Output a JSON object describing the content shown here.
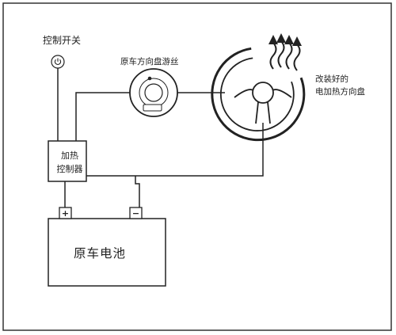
{
  "diagram": {
    "switch_label": "控制开关",
    "spring_label": "原车方向盘游丝",
    "wheel_label_lines": [
      "改装好的",
      "电加热方向盘"
    ],
    "controller_label_lines": [
      "加热",
      "控制器"
    ],
    "battery_label": "原车电池",
    "positive_terminal": "+",
    "negative_terminal": "−",
    "icons": {
      "switch": "power-button-icon",
      "spring": "clock-spring-icon",
      "wheel": "steering-wheel-icon",
      "heat": "heat-wave-arrows-icon"
    },
    "colors": {
      "line": "#222222",
      "frame": "#333333",
      "background": "#ffffff"
    }
  }
}
